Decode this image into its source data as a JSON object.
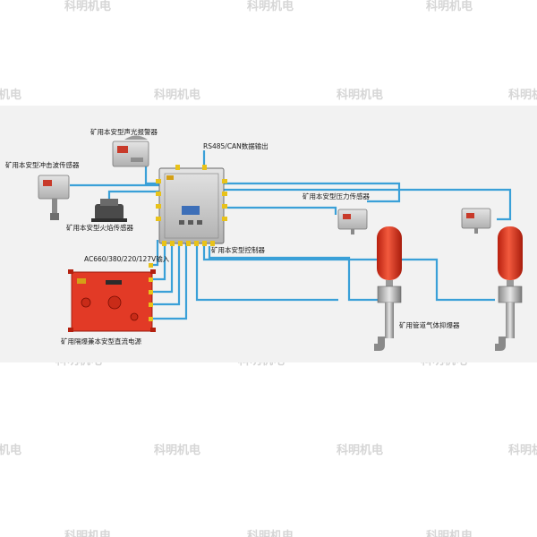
{
  "watermark": {
    "text": "科明机电"
  },
  "diagram": {
    "labels": {
      "alarm": "矿用本安型声光报警器",
      "rs485": "RS485/CAN数据输出",
      "shock": "矿用本安型冲击波传感器",
      "flame": "矿用本安型火焰传感器",
      "pressure": "矿用本安型压力传感器",
      "controller": "矿用本安型控制器",
      "ac_input": "AC660/380/220/127V输入",
      "power": "矿用隔爆兼本安型直流电源",
      "suppressor": "矿用管道气体抑爆器"
    },
    "colors": {
      "cable": "#3aa0d8",
      "background_panel": "#f2f2f2",
      "power_body": "#e23a26",
      "suppressor_body": "#e24a2a",
      "controller_body": "#bdbdbd",
      "connector": "#e8c21a"
    }
  }
}
